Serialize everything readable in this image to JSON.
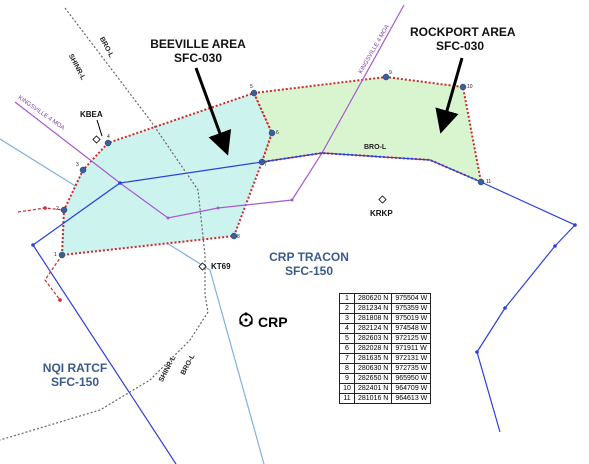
{
  "areas": {
    "beeville": {
      "name": "BEEVILLE AREA",
      "altitude": "SFC-030"
    },
    "rockport": {
      "name": "ROCKPORT AREA",
      "altitude": "SFC-030"
    }
  },
  "facilities": {
    "crp_tracon": {
      "name": "CRP TRACON",
      "altitude": "SFC-150"
    },
    "nqi_ratcf": {
      "name": "NQI RATCF",
      "altitude": "SFC-150"
    }
  },
  "airports": {
    "kbea": "KBEA",
    "krkp": "KRKP",
    "kt69": "KT69",
    "crp": "CRP"
  },
  "routes": {
    "bro_l_top": "BRO-L",
    "shinr_l_top": "SHINR-L",
    "bro_l_mid": "BRO-L",
    "shinr_l_bottom": "SHINR-L",
    "bro_l_bottom": "BRO-L"
  },
  "moas": {
    "kingsville_left": "KINGSVILLE 4 MOA",
    "kingsville_right": "KINGSVILLE 4 MOA"
  },
  "point_numbers": [
    "1",
    "2",
    "3",
    "4",
    "5",
    "6",
    "7",
    "8",
    "9",
    "10",
    "11"
  ],
  "coordinates": [
    {
      "n": "1",
      "lat": "280620 N",
      "lon": "975504 W"
    },
    {
      "n": "2",
      "lat": "281234 N",
      "lon": "975359 W"
    },
    {
      "n": "3",
      "lat": "281808 N",
      "lon": "975019 W"
    },
    {
      "n": "4",
      "lat": "282124 N",
      "lon": "974548 W"
    },
    {
      "n": "5",
      "lat": "282603 N",
      "lon": "972125 W"
    },
    {
      "n": "6",
      "lat": "282028 N",
      "lon": "971911 W"
    },
    {
      "n": "7",
      "lat": "281635 N",
      "lon": "972131 W"
    },
    {
      "n": "8",
      "lat": "280630 N",
      "lon": "972735 W"
    },
    {
      "n": "9",
      "lat": "282650 N",
      "lon": "965950 W"
    },
    {
      "n": "10",
      "lat": "282401 N",
      "lon": "964709 W"
    },
    {
      "n": "11",
      "lat": "281016 N",
      "lon": "964613 W"
    }
  ],
  "colors": {
    "beeville_fill": "#cdf3ef",
    "rockport_fill": "#d9f5cf",
    "area_border": "#cc2a2a",
    "blue_boundary": "#2b3fe0",
    "light_blue_line": "#7fb0dd",
    "moa_purple": "#a65ad0",
    "vertex": "#3a5f9a"
  }
}
